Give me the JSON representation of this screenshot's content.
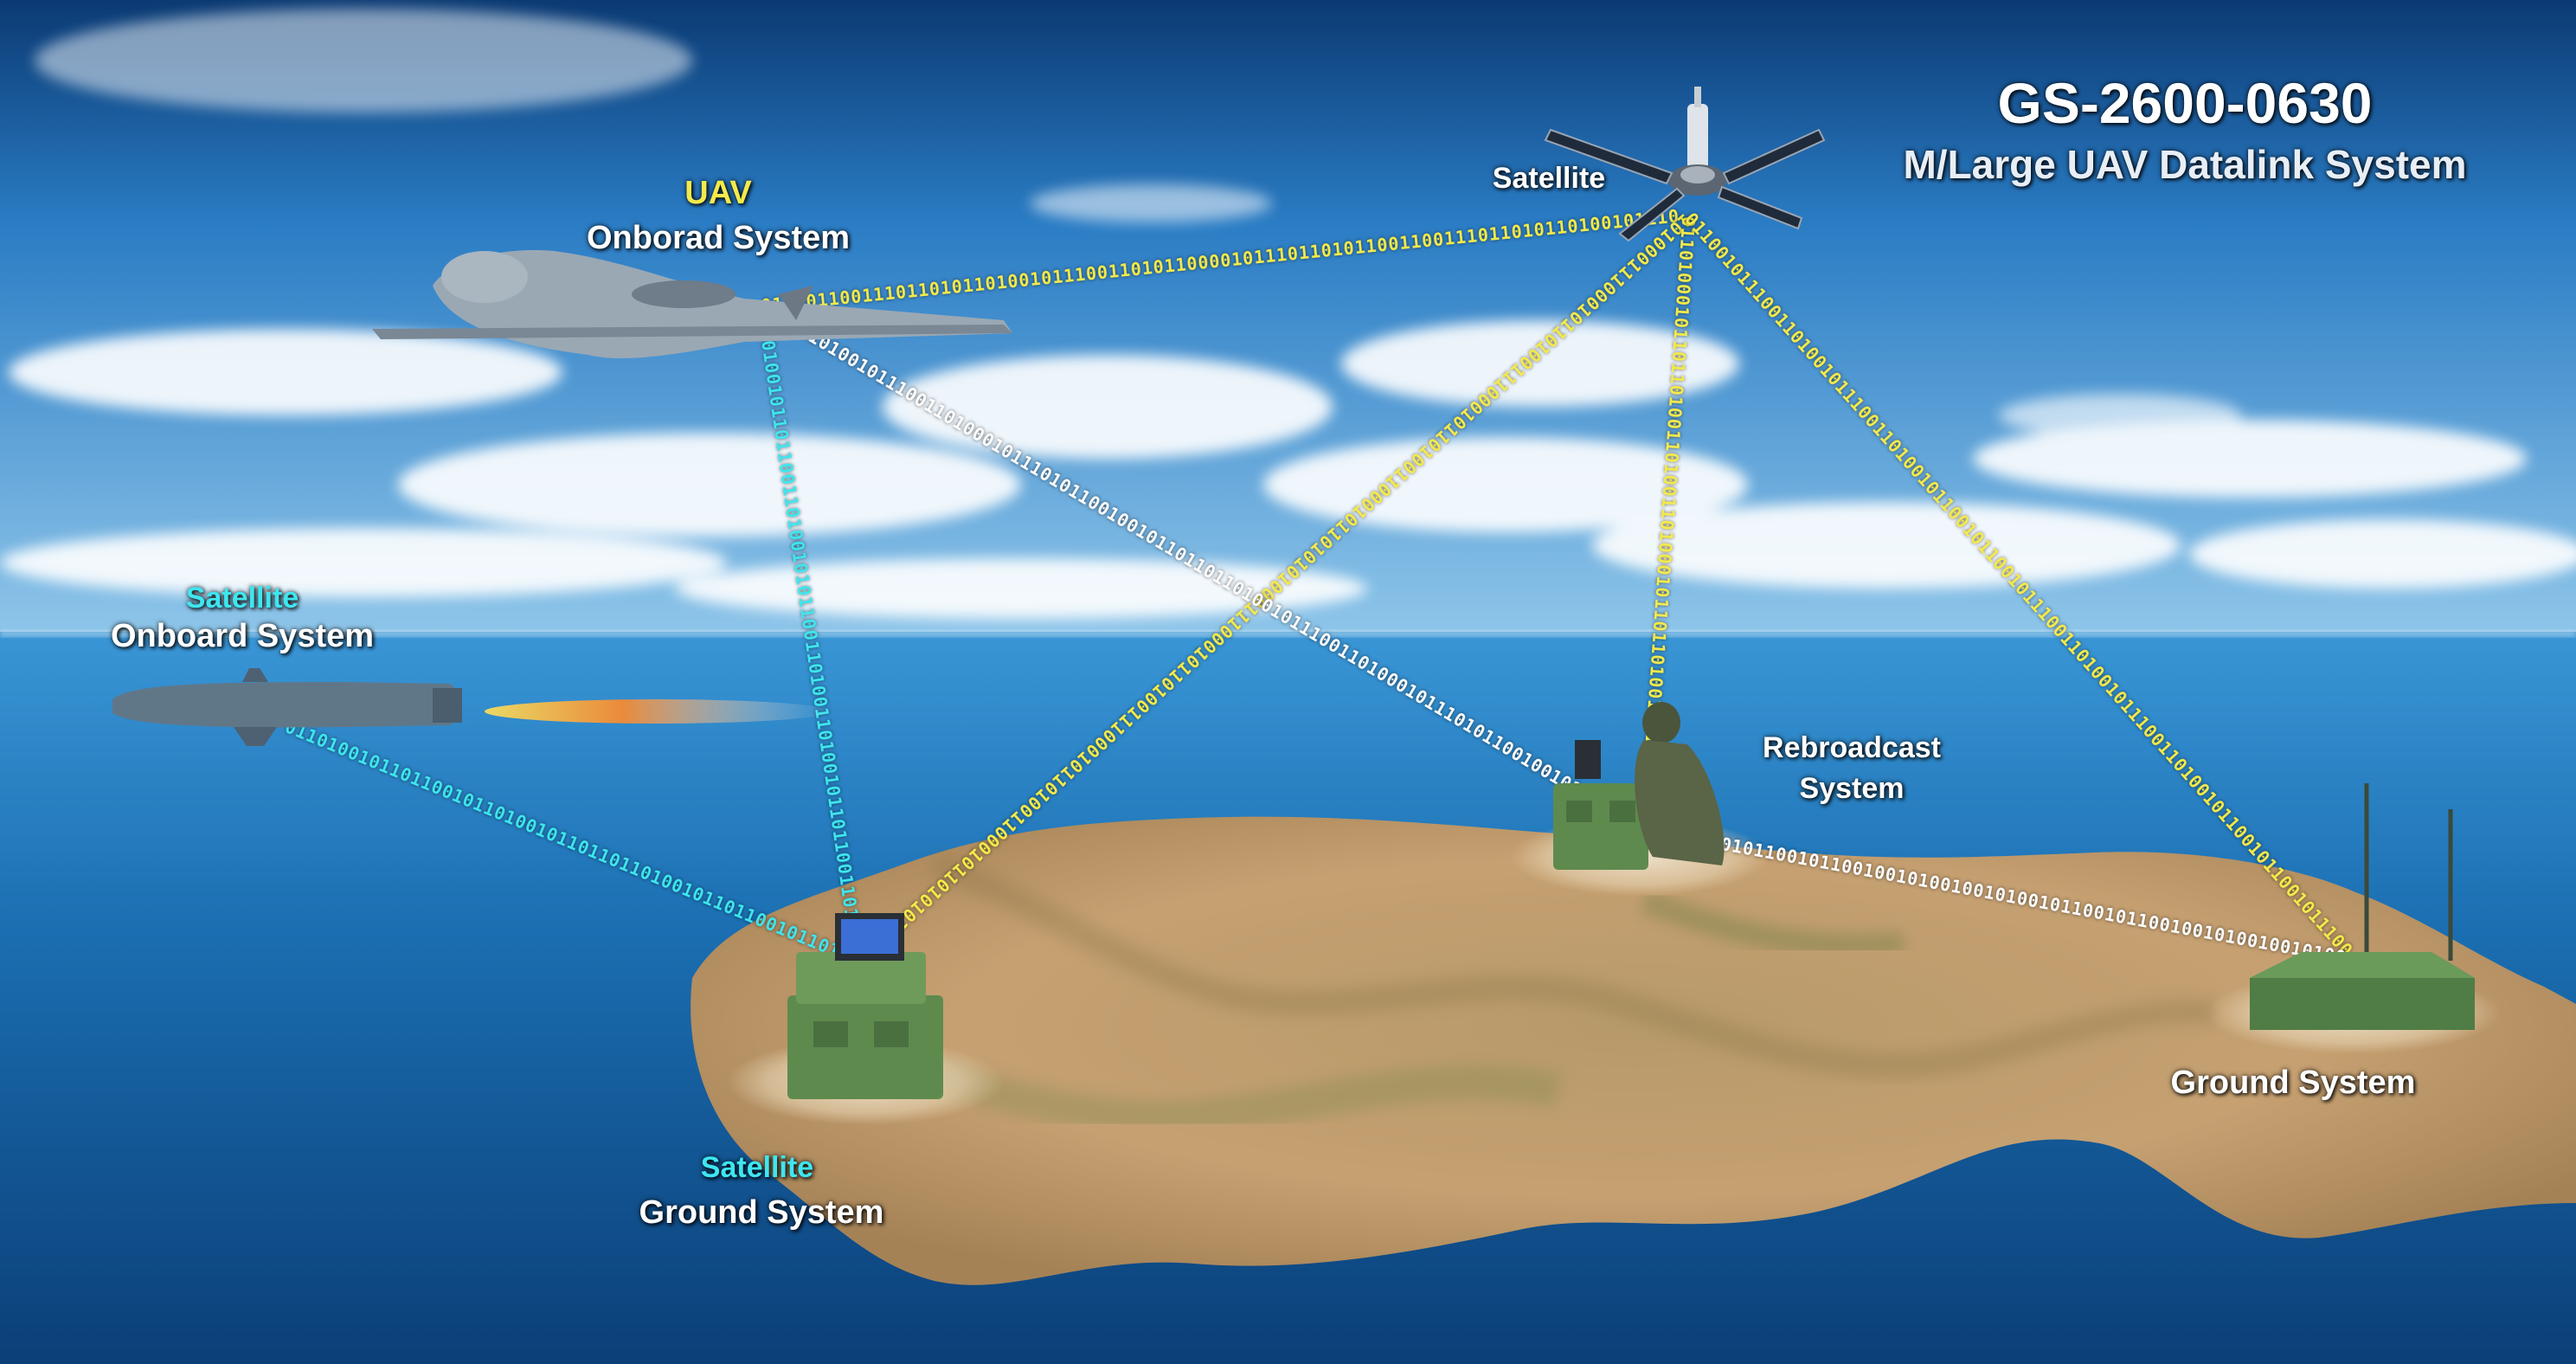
{
  "title": {
    "code": "GS-2600-0630",
    "subtitle": "M/Large UAV Datalink System"
  },
  "nodes": {
    "satellite": {
      "label": "Satellite"
    },
    "uav": {
      "tag": "UAV",
      "label": "Onborad System"
    },
    "satellite_onboard": {
      "tag": "Satellite",
      "label": "Onboard System"
    },
    "satellite_ground": {
      "tag": "Satellite",
      "label": "Ground System"
    },
    "rebroadcast": {
      "line1": "Rebroadcast",
      "line2": "System"
    },
    "ground": {
      "label": "Ground System"
    }
  },
  "colors": {
    "link_yellow": "#f4ea4a",
    "link_white": "#ffffff",
    "link_cyan": "#3ee6f0",
    "sky": "#1f6fb8",
    "sea": "#1a70b4",
    "island": "#c8a070",
    "equipment": "#5f8a4e"
  },
  "links": [
    {
      "from": "uav",
      "to": "satellite",
      "color": "yellow",
      "bits": "0110011001110110101101001011100110101100001011101101"
    },
    {
      "from": "satellite",
      "to": "satellite_ground",
      "color": "yellow",
      "bits": "1010001110001011010011100010110100110001011010"
    },
    {
      "from": "satellite",
      "to": "rebroadcast",
      "color": "yellow",
      "bits": "011010001011011010011010"
    },
    {
      "from": "satellite",
      "to": "ground",
      "color": "yellow",
      "bits": "01100101110011010010111001101001011001"
    },
    {
      "from": "uav",
      "to": "rebroadcast",
      "color": "white",
      "bits": "0110110100101110011010001011101011001001011"
    },
    {
      "from": "rebroadcast",
      "to": "ground",
      "color": "white",
      "bits": "1001010010110010110010010100"
    },
    {
      "from": "uav",
      "to": "satellite_ground",
      "color": "cyan",
      "bits": "01101001011011001101001010110011010"
    },
    {
      "from": "satellite_onboard",
      "to": "satellite_ground",
      "color": "cyan",
      "bits": "0110100101101100101101001011011"
    }
  ]
}
